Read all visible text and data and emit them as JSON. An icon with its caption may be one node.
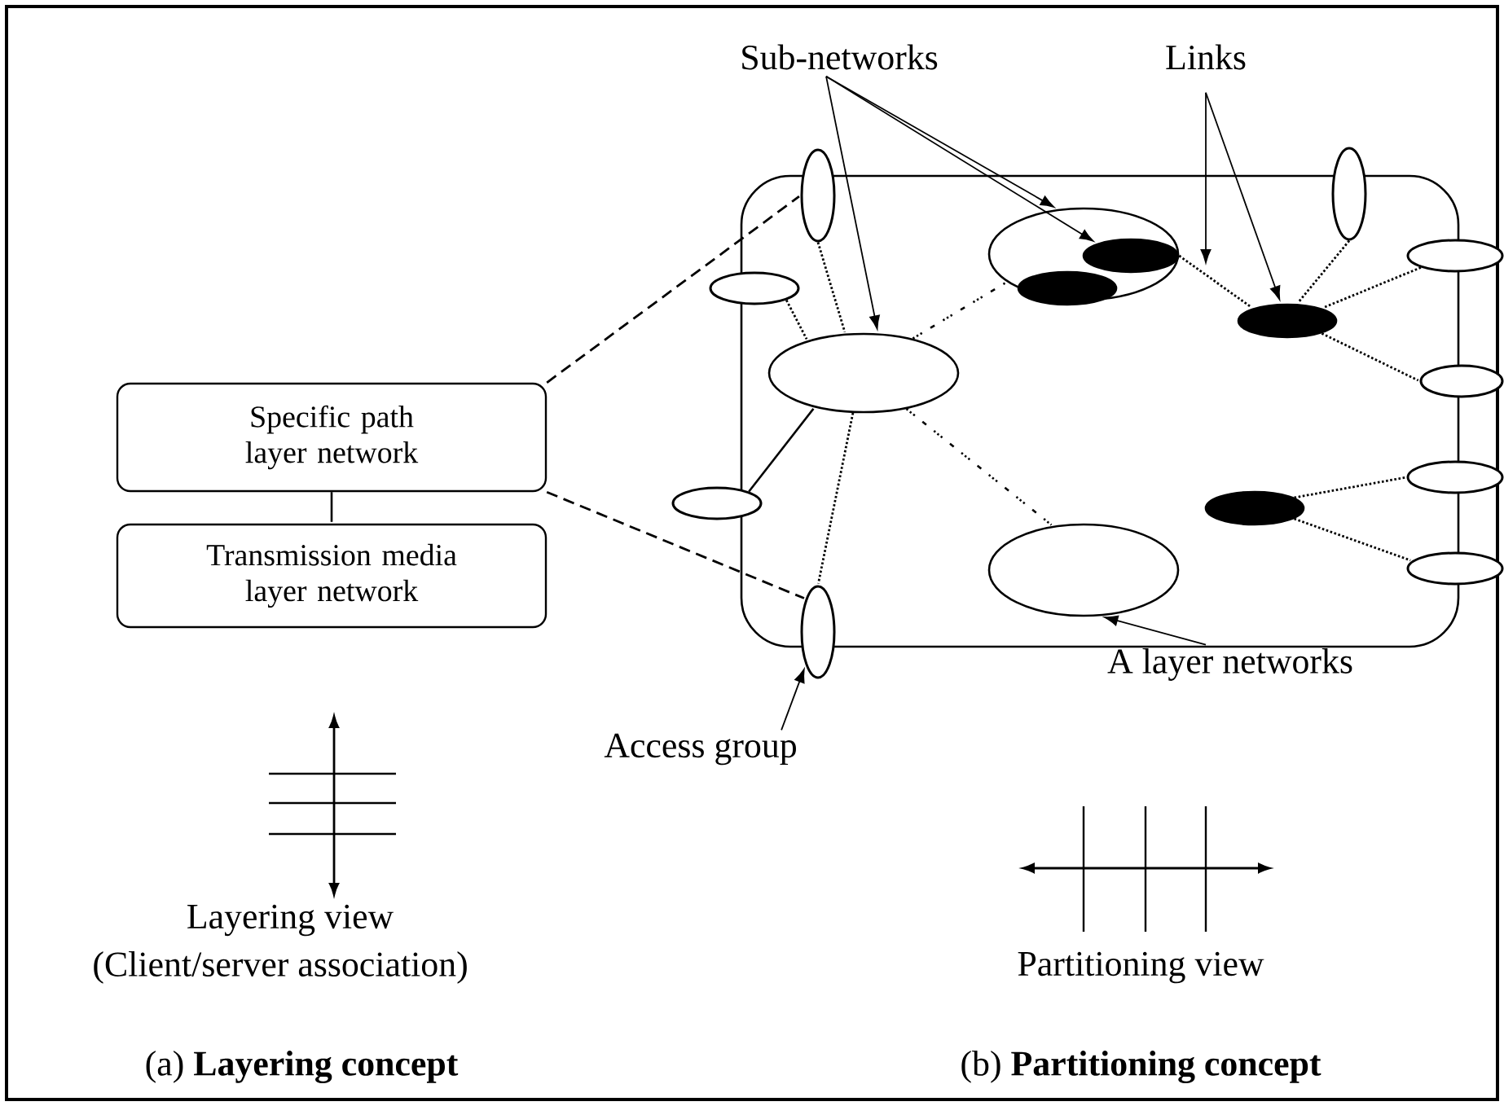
{
  "diagram": {
    "nodes": [
      {
        "text": [
          "Specific path layer network"
        ]
      },
      {
        "text": [
          "Transmission media layer network"
        ]
      },
      {
        "text": [],
        "shape": "box"
      },
      {
        "text": [
          "Sub-networks"
        ]
      },
      {
        "text": [
          "Links"
        ]
      },
      {
        "text": [
          "Access group"
        ]
      },
      {
        "text": [
          "A layer networks"
        ]
      },
      {
        "text": [],
        "shape": "ellipse",
        "in": 2
      },
      {
        "text": [],
        "shape": "ellipse",
        "in": 2
      },
      {
        "text": [],
        "shape": "ellipse",
        "in": 8
      },
      {
        "text": [],
        "shape": "ellipse",
        "in": 8
      },
      {
        "text": [],
        "shape": "ellipse",
        "in": 2
      },
      {
        "text": [],
        "shape": "ellipse",
        "in": 2
      },
      {
        "text": [],
        "shape": "ellipse",
        "in": 2
      },
      {
        "text": [],
        "shape": "ellipse"
      },
      {
        "text": [],
        "shape": "ellipse"
      },
      {
        "text": [],
        "shape": "ellipse"
      },
      {
        "text": [],
        "shape": "ellipse"
      },
      {
        "text": [],
        "shape": "ellipse"
      },
      {
        "text": [],
        "shape": "ellipse"
      },
      {
        "text": [],
        "shape": "ellipse"
      },
      {
        "text": [],
        "shape": "ellipse"
      },
      {
        "text": [],
        "shape": "ellipse"
      }
    ],
    "edges": [
      {
        "from": 0,
        "to": 1,
        "arrow": "none"
      },
      {
        "from": 0,
        "to": 14,
        "arrow": "none",
        "style": "dashed"
      },
      {
        "from": 0,
        "to": 22,
        "arrow": "none",
        "style": "dashed"
      },
      {
        "from": 3,
        "to": 7,
        "arrow": "to"
      },
      {
        "from": 3,
        "to": 8,
        "arrow": "to"
      },
      {
        "from": 3,
        "to": 9,
        "arrow": "to"
      },
      {
        "from": 4,
        "to": null,
        "arrow": "to"
      },
      {
        "from": 4,
        "to": 11,
        "arrow": "to"
      },
      {
        "from": 5,
        "to": 22,
        "arrow": "to"
      },
      {
        "from": 6,
        "to": 13,
        "arrow": "to"
      },
      {
        "from": 14,
        "to": 7,
        "arrow": "none",
        "style": "dashed"
      },
      {
        "from": 16,
        "to": 7,
        "arrow": "none",
        "style": "dashed"
      },
      {
        "from": 7,
        "to": 8,
        "arrow": "none",
        "style": "dashed"
      },
      {
        "from": 9,
        "to": 11,
        "arrow": "none",
        "style": "dashed"
      },
      {
        "from": 15,
        "to": 11,
        "arrow": "none",
        "style": "dashed"
      },
      {
        "from": 17,
        "to": 11,
        "arrow": "none",
        "style": "dashed"
      },
      {
        "from": 11,
        "to": 18,
        "arrow": "none",
        "style": "dashed"
      },
      {
        "from": 7,
        "to": 22,
        "arrow": "none",
        "style": "dashed"
      },
      {
        "from": 7,
        "to": 13,
        "arrow": "none",
        "style": "dashed"
      },
      {
        "from": 12,
        "to": 20,
        "arrow": "none",
        "style": "dashed"
      },
      {
        "from": 12,
        "to": 21,
        "arrow": "none",
        "style": "dashed"
      },
      {
        "from": 19,
        "to": 7,
        "arrow": "none"
      }
    ],
    "labels": [
      "Layering view",
      "(Client/server association)",
      "Partitioning view",
      "(a) **Layering concept**",
      "(b) **Partitioning concept**"
    ]
  }
}
